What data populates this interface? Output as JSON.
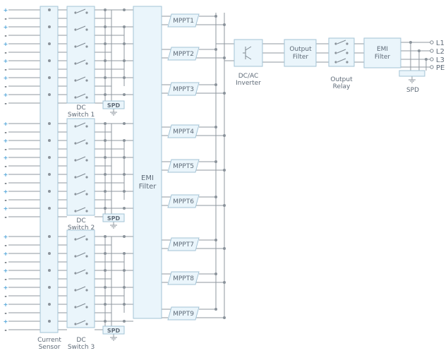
{
  "labels": {
    "current_sensor": [
      "Current",
      "Sensor"
    ],
    "dc_switch_1": [
      "DC",
      "Switch 1"
    ],
    "dc_switch_2": [
      "DC",
      "Switch 2"
    ],
    "dc_switch_3": [
      "DC",
      "Switch 3"
    ],
    "spd": "SPD",
    "emi_filter": [
      "EMI",
      "Filter"
    ],
    "mppt": [
      "MPPT1",
      "MPPT2",
      "MPPT3",
      "MPPT4",
      "MPPT5",
      "MPPT6",
      "MPPT7",
      "MPPT8",
      "MPPT9"
    ],
    "dc_ac_inverter": [
      "DC/AC",
      "Inverter"
    ],
    "output_filter": [
      "Output",
      "Filter"
    ],
    "output_relay": [
      "Output",
      "Relay"
    ],
    "emi_filter_out": [
      "EMI",
      "Filter"
    ],
    "outputs": [
      "L1",
      "L2",
      "L3",
      "PE"
    ]
  },
  "inputs": {
    "pattern": [
      "+",
      "-",
      "+",
      "-",
      "+",
      "-",
      "+",
      "-",
      "+",
      "-",
      "+",
      "-"
    ],
    "groups": 3
  },
  "colors": {
    "box_fill": "#eaf5fb",
    "box_stroke": "#a3c3d6",
    "wire": "#8f979f",
    "plus": "#4ea3d8",
    "minus": "#2f3a44"
  }
}
